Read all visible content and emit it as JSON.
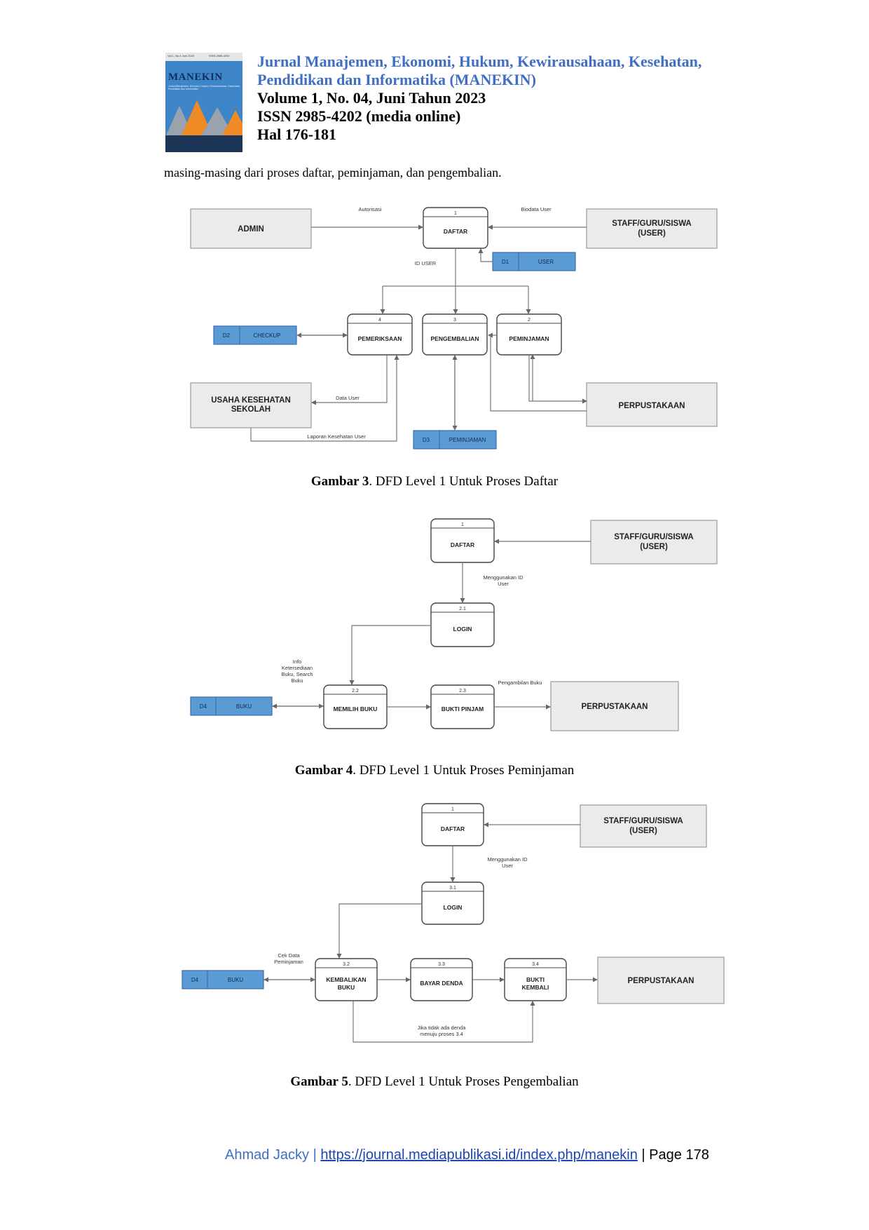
{
  "cover": {
    "topline_left": "Vol.1, No.4 Juni 2023",
    "topline_right": "ISSN 2985-4202",
    "brand": "MANEKIN",
    "subtitle": "Jurnal Manajemen, Ekonomi, Hukum, Kewirausahaan, Kesehatan, Pendidikan dan Informatika",
    "colors": {
      "blue": "#3f86c9",
      "orange": "#f08a24",
      "grey": "#9aa3ad",
      "navy": "#1d3557"
    }
  },
  "header": {
    "title_line1": "Jurnal Manajemen, Ekonomi, Hukum, Kewirausahaan, Kesehatan,",
    "title_line2": "Pendidikan dan Informatika (MANEKIN)",
    "volume": "Volume 1, No. 04, Juni Tahun 2023",
    "issn": "ISSN 2985-4202 (media online)",
    "pages": "Hal 176-181"
  },
  "body": {
    "intro": "masing-masing dari proses daftar, peminjaman, dan pengembalian."
  },
  "fig3": {
    "caption_label": "Gambar 3",
    "caption_text": ".  DFD Level 1 Untuk Proses Daftar",
    "admin": "ADMIN",
    "user_line1": "STAFF/GURU/SISWA",
    "user_line2": "(USER)",
    "uks_line1": "USAHA KESEHATAN",
    "uks_line2": "SEKOLAH",
    "perpus": "PERPUSTAKAAN",
    "p1_num": "1",
    "p1": "DAFTAR",
    "p4_num": "4",
    "p4": "PEMERIKSAAN",
    "p3_num": "3",
    "p3": "PENGEMBALIAN",
    "p2_num": "2",
    "p2": "PEMINJAMAN",
    "d1_id": "D1",
    "d1": "USER",
    "d2_id": "D2",
    "d2": "CHECKUP",
    "d3_id": "D3",
    "d3": "PEMINJAMAN",
    "lbl_autorisasi": "Autorisasi",
    "lbl_biodata": "Biodata User",
    "lbl_iduser": "ID USER",
    "lbl_datauser": "Data User",
    "lbl_laporan": "Laporan Kesehatan User"
  },
  "fig4": {
    "caption_label": "Gambar 4",
    "caption_text": ". DFD Level 1 Untuk Proses Peminjaman",
    "p1_num": "1",
    "p1": "DAFTAR",
    "user_line1": "STAFF/GURU/SISWA",
    "user_line2": "(USER)",
    "lbl_menggunakan1": "Menggunakan ID",
    "lbl_menggunakan2": "User",
    "p21_num": "2.1",
    "p21": "LOGIN",
    "lbl_info1": "Info",
    "lbl_info2": "Ketersediaan",
    "lbl_info3": "Buku, Search",
    "lbl_info4": "Buku",
    "p22_num": "2.2",
    "p22": "MEMILIH BUKU",
    "p23_num": "2.3",
    "p23": "BUKTI PINJAM",
    "lbl_pengambilan": "Pengambilan Buku",
    "perpus": "PERPUSTAKAAN",
    "d4_id": "D4",
    "d4": "BUKU"
  },
  "fig5": {
    "caption_label": "Gambar 5",
    "caption_text": ".  DFD Level 1 Untuk Proses Pengembalian",
    "p1_num": "1",
    "p1": "DAFTAR",
    "user_line1": "STAFF/GURU/SISWA",
    "user_line2": "(USER)",
    "lbl_menggunakan1": "Menggunakan ID",
    "lbl_menggunakan2": "User",
    "p31_num": "3.1",
    "p31": "LOGIN",
    "lbl_cek1": "Cek Data",
    "lbl_cek2": "Peminjaman",
    "p32_num": "3.2",
    "p32_line1": "KEMBALIKAN",
    "p32_line2": "BUKU",
    "p33_num": "3.3",
    "p33": "BAYAR DENDA",
    "p34_num": "3.4",
    "p34_line1": "BUKTI",
    "p34_line2": "KEMBALI",
    "perpus": "PERPUSTAKAAN",
    "d4_id": "D4",
    "d4": "BUKU",
    "lbl_jika1": "Jika tidak ada denda",
    "lbl_jika2": "menuju proses 3.4"
  },
  "footer": {
    "author": "Ahmad Jacky",
    "sep1": " | ",
    "url": "https://journal.mediapublikasi.id/index.php/manekin",
    "page": " | Page 178"
  }
}
